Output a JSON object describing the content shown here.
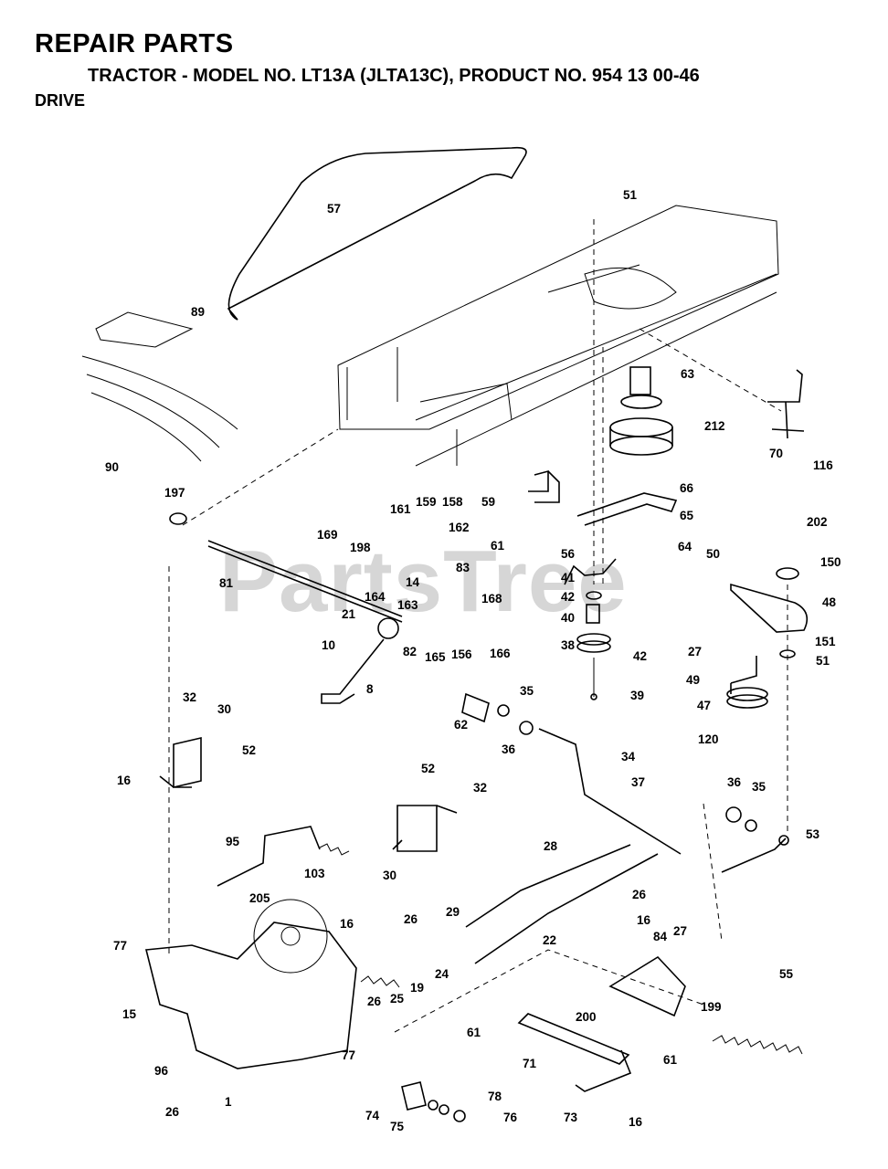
{
  "header": {
    "title": "REPAIR PARTS",
    "subtitle": "TRACTOR - MODEL NO. LT13A (JLTA13C), PRODUCT NO. 954 13 00-46",
    "section": "DRIVE"
  },
  "watermark": "PartsTree",
  "callouts": [
    {
      "id": "c57",
      "label": "57"
    },
    {
      "id": "c51a",
      "label": "51"
    },
    {
      "id": "c89",
      "label": "89"
    },
    {
      "id": "c63",
      "label": "63"
    },
    {
      "id": "c212",
      "label": "212"
    },
    {
      "id": "c70",
      "label": "70"
    },
    {
      "id": "c116",
      "label": "116"
    },
    {
      "id": "c90",
      "label": "90"
    },
    {
      "id": "c197",
      "label": "197"
    },
    {
      "id": "c161",
      "label": "161"
    },
    {
      "id": "c159",
      "label": "159"
    },
    {
      "id": "c158",
      "label": "158"
    },
    {
      "id": "c59",
      "label": "59"
    },
    {
      "id": "c66",
      "label": "66"
    },
    {
      "id": "c169",
      "label": "169"
    },
    {
      "id": "c162",
      "label": "162"
    },
    {
      "id": "c198",
      "label": "198"
    },
    {
      "id": "c61a",
      "label": "61"
    },
    {
      "id": "c65",
      "label": "65"
    },
    {
      "id": "c202",
      "label": "202"
    },
    {
      "id": "c64",
      "label": "64"
    },
    {
      "id": "c56",
      "label": "56"
    },
    {
      "id": "c50",
      "label": "50"
    },
    {
      "id": "c150",
      "label": "150"
    },
    {
      "id": "c81",
      "label": "81"
    },
    {
      "id": "c14",
      "label": "14"
    },
    {
      "id": "c83",
      "label": "83"
    },
    {
      "id": "c41",
      "label": "41"
    },
    {
      "id": "c164",
      "label": "164"
    },
    {
      "id": "c42a",
      "label": "42"
    },
    {
      "id": "c48",
      "label": "48"
    },
    {
      "id": "c21",
      "label": "21"
    },
    {
      "id": "c163",
      "label": "163"
    },
    {
      "id": "c168",
      "label": "168"
    },
    {
      "id": "c40",
      "label": "40"
    },
    {
      "id": "c10",
      "label": "10"
    },
    {
      "id": "c82",
      "label": "82"
    },
    {
      "id": "c165",
      "label": "165"
    },
    {
      "id": "c156",
      "label": "156"
    },
    {
      "id": "c166",
      "label": "166"
    },
    {
      "id": "c38",
      "label": "38"
    },
    {
      "id": "c27a",
      "label": "27"
    },
    {
      "id": "c151",
      "label": "151"
    },
    {
      "id": "c42b",
      "label": "42"
    },
    {
      "id": "c51b",
      "label": "51"
    },
    {
      "id": "c49",
      "label": "49"
    },
    {
      "id": "c8",
      "label": "8"
    },
    {
      "id": "c35a",
      "label": "35"
    },
    {
      "id": "c32a",
      "label": "32"
    },
    {
      "id": "c39",
      "label": "39"
    },
    {
      "id": "c47",
      "label": "47"
    },
    {
      "id": "c30a",
      "label": "30"
    },
    {
      "id": "c62",
      "label": "62"
    },
    {
      "id": "c120",
      "label": "120"
    },
    {
      "id": "c36a",
      "label": "36"
    },
    {
      "id": "c52a",
      "label": "52"
    },
    {
      "id": "c34",
      "label": "34"
    },
    {
      "id": "c16a",
      "label": "16"
    },
    {
      "id": "c52b",
      "label": "52"
    },
    {
      "id": "c37",
      "label": "37"
    },
    {
      "id": "c36b",
      "label": "36"
    },
    {
      "id": "c35b",
      "label": "35"
    },
    {
      "id": "c32b",
      "label": "32"
    },
    {
      "id": "c53",
      "label": "53"
    },
    {
      "id": "c28",
      "label": "28"
    },
    {
      "id": "c95",
      "label": "95"
    },
    {
      "id": "c30b",
      "label": "30"
    },
    {
      "id": "c103",
      "label": "103"
    },
    {
      "id": "c26a",
      "label": "26"
    },
    {
      "id": "c205",
      "label": "205"
    },
    {
      "id": "c29",
      "label": "29"
    },
    {
      "id": "c27b",
      "label": "27"
    },
    {
      "id": "c16b",
      "label": "16"
    },
    {
      "id": "c26b",
      "label": "26"
    },
    {
      "id": "c77a",
      "label": "77"
    },
    {
      "id": "c22",
      "label": "22"
    },
    {
      "id": "c16c",
      "label": "16"
    },
    {
      "id": "c84",
      "label": "84"
    },
    {
      "id": "c55",
      "label": "55"
    },
    {
      "id": "c24",
      "label": "24"
    },
    {
      "id": "c19",
      "label": "19"
    },
    {
      "id": "c25",
      "label": "25"
    },
    {
      "id": "c26c",
      "label": "26"
    },
    {
      "id": "c15",
      "label": "15"
    },
    {
      "id": "c199",
      "label": "199"
    },
    {
      "id": "c200",
      "label": "200"
    },
    {
      "id": "c61b",
      "label": "61"
    },
    {
      "id": "c61c",
      "label": "61"
    },
    {
      "id": "c71",
      "label": "71"
    },
    {
      "id": "c77b",
      "label": "77"
    },
    {
      "id": "c96",
      "label": "96"
    },
    {
      "id": "c1",
      "label": "1"
    },
    {
      "id": "c78",
      "label": "78"
    },
    {
      "id": "c26d",
      "label": "26"
    },
    {
      "id": "c74",
      "label": "74"
    },
    {
      "id": "c76",
      "label": "76"
    },
    {
      "id": "c73",
      "label": "73"
    },
    {
      "id": "c16d",
      "label": "16"
    },
    {
      "id": "c75",
      "label": "75"
    }
  ]
}
